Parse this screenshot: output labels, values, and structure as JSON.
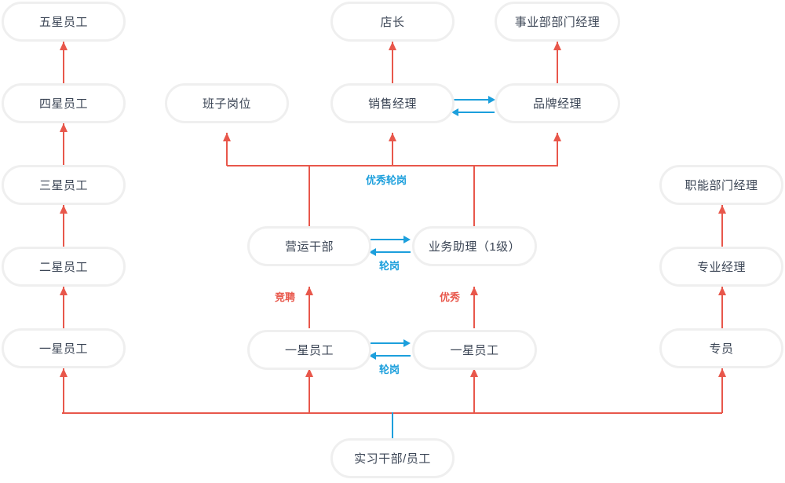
{
  "diagram": {
    "title": "",
    "colors": {
      "promotion_arrow": "#e8574b",
      "rotation_arrow": "#1c9fdc",
      "node_text": "#3c4656",
      "node_border": "#efefef",
      "node_fill": "#ffffff",
      "background": "#ffffff"
    },
    "nodes": [
      {
        "id": "n_five_star",
        "label": "五星员工",
        "col": "left",
        "row": 1
      },
      {
        "id": "n_four_star",
        "label": "四星员工",
        "col": "left",
        "row": 2
      },
      {
        "id": "n_three_star",
        "label": "三星员工",
        "col": "left",
        "row": 3
      },
      {
        "id": "n_two_star",
        "label": "二星员工",
        "col": "left",
        "row": 4
      },
      {
        "id": "n_one_star_left",
        "label": "一星员工",
        "col": "left",
        "row": 5
      },
      {
        "id": "n_banzi",
        "label": "班子岗位",
        "col": "c2",
        "row": 2
      },
      {
        "id": "n_yunying",
        "label": "营运干部",
        "col": "c2",
        "row": 3
      },
      {
        "id": "n_one_star_mid",
        "label": "一星员工",
        "col": "c2",
        "row": 5
      },
      {
        "id": "n_dianzhang",
        "label": "店长",
        "col": "c3",
        "row": 1
      },
      {
        "id": "n_sales_mgr",
        "label": "销售经理",
        "col": "c3",
        "row": 2
      },
      {
        "id": "n_assistant",
        "label": "业务助理（1级）",
        "col": "c3",
        "row": 3
      },
      {
        "id": "n_one_star_mid2",
        "label": "一星员工",
        "col": "c3",
        "row": 5
      },
      {
        "id": "n_div_dept_mgr",
        "label": "事业部部门经理",
        "col": "c4",
        "row": 1
      },
      {
        "id": "n_brand_mgr",
        "label": "品牌经理",
        "col": "c4",
        "row": 2
      },
      {
        "id": "n_func_dept_mgr",
        "label": "职能部门经理",
        "col": "right",
        "row": 3
      },
      {
        "id": "n_pro_mgr",
        "label": "专业经理",
        "col": "right",
        "row": 4
      },
      {
        "id": "n_specialist",
        "label": "专员",
        "col": "right",
        "row": 5
      },
      {
        "id": "n_intern",
        "label": "实习干部/员工",
        "col": "c3",
        "row": 6
      }
    ],
    "edge_labels": [
      {
        "id": "lb_excellent_rotation",
        "text": "优秀轮岗",
        "color": "blue"
      },
      {
        "id": "lb_rotation_upper",
        "text": "轮岗",
        "color": "blue"
      },
      {
        "id": "lb_rotation_lower",
        "text": "轮岗",
        "color": "blue"
      },
      {
        "id": "lb_competitive",
        "text": "竞聘",
        "color": "red"
      },
      {
        "id": "lb_excellent",
        "text": "优秀",
        "color": "red"
      }
    ]
  }
}
